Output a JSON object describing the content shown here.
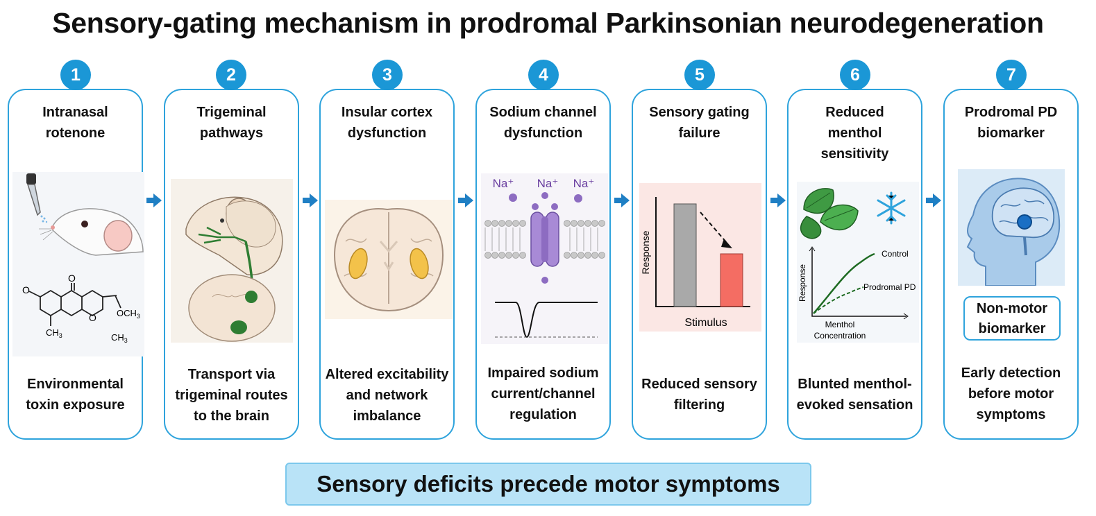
{
  "title": "Sensory-gating mechanism in prodromal Parkinsonian neurodegeneration",
  "steps": [
    {
      "number": "1",
      "head": [
        "Intranasal",
        "rotenone"
      ],
      "foot": [
        "Environmental",
        "toxin exposure"
      ]
    },
    {
      "number": "2",
      "head": [
        "Trigeminal",
        "pathways"
      ],
      "foot": [
        "Transport via",
        "trigeminal routes",
        "to the brain"
      ]
    },
    {
      "number": "3",
      "head": [
        "Insular cortex",
        "dysfunction"
      ],
      "foot": [
        "Altered excitability",
        "and network",
        "imbalance"
      ]
    },
    {
      "number": "4",
      "head": [
        "Sodium channel",
        "dysfunction"
      ],
      "foot": [
        "Impaired sodium",
        "current/channel",
        "regulation"
      ]
    },
    {
      "number": "5",
      "head": [
        "Sensory gating",
        "failure"
      ],
      "foot": [
        "Reduced sensory",
        "filtering"
      ]
    },
    {
      "number": "6",
      "head": [
        "Reduced",
        "menthol",
        "sensitivity"
      ],
      "foot": [
        "Blunted menthol-",
        "evoked sensation"
      ]
    },
    {
      "number": "7",
      "head": [
        "Prodromal PD",
        "biomarker"
      ],
      "foot": [
        "Early detection",
        "before motor",
        "symptoms"
      ]
    }
  ],
  "rotenone_labels": {
    "o1": "O",
    "o2": "O",
    "o3": "O",
    "och3": "OCH",
    "och3_sub": "3",
    "ch3a": "CH",
    "ch3a_sub": "3",
    "ch3b": "CH",
    "ch3b_sub": "3"
  },
  "sodium_labels": [
    "Na⁺",
    "Na⁺",
    "Na⁺"
  ],
  "gating_chart": {
    "ylabel": "Response",
    "xlabel": "Stimulus"
  },
  "menthol_chart": {
    "ylabel": "Response",
    "xlabel": [
      "Menthol",
      "Concentration"
    ],
    "series_control": "Control",
    "series_pd": "Prodromal PD"
  },
  "biomarker_box": [
    "Non-motor",
    "biomarker"
  ],
  "banner": "Sensory deficits precede motor symptoms",
  "colors": {
    "accent": "#1b97d6",
    "border": "#2ea3dc",
    "arrow": "#1f7fc4",
    "banner_bg": "#b9e3f7",
    "gray_bar": "#a9a9a9",
    "red_bar": "#f46d63",
    "green": "#2f7d32",
    "purple": "#8d6cc1",
    "brain_blue": "#9cc3e6",
    "insula": "#f3c24a"
  },
  "icons": [
    "dropper-icon",
    "rat-icon",
    "rotenone-molecule-icon",
    "rat-head-trigeminal-icon",
    "brain-coronal-icon",
    "ion-channel-icon",
    "bar-chart-icon",
    "mint-leaf-icon",
    "snowflake-icon",
    "human-head-brain-icon",
    "arrow-right-icon"
  ]
}
